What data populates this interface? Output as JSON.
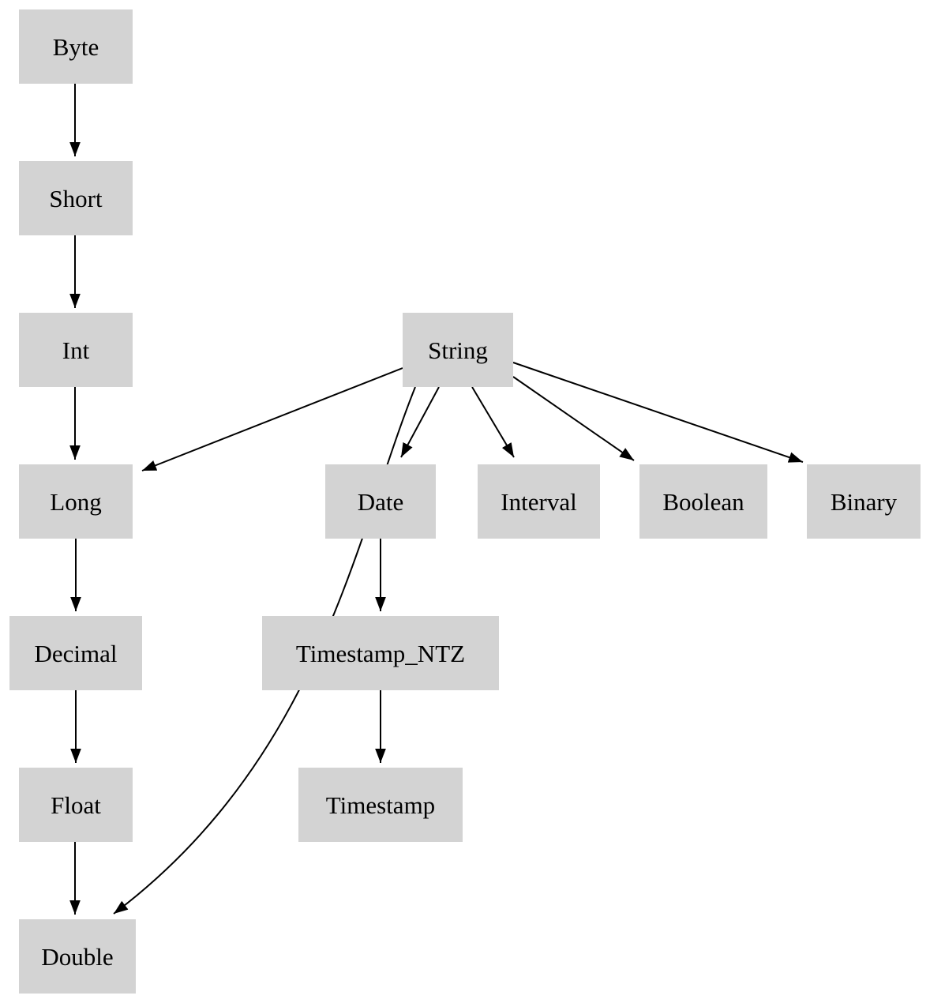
{
  "diagram": {
    "type": "directed-graph",
    "description": "Type coercion hierarchy diagram",
    "background_color": "#ffffff",
    "node_fill_color": "#d3d3d3",
    "node_text_color": "#000000",
    "edge_color": "#000000",
    "nodes": [
      {
        "id": "byte",
        "label": "Byte"
      },
      {
        "id": "short",
        "label": "Short"
      },
      {
        "id": "int",
        "label": "Int"
      },
      {
        "id": "string",
        "label": "String"
      },
      {
        "id": "long",
        "label": "Long"
      },
      {
        "id": "date",
        "label": "Date"
      },
      {
        "id": "interval",
        "label": "Interval"
      },
      {
        "id": "boolean",
        "label": "Boolean"
      },
      {
        "id": "binary",
        "label": "Binary"
      },
      {
        "id": "decimal",
        "label": "Decimal"
      },
      {
        "id": "timestamp_ntz",
        "label": "Timestamp_NTZ"
      },
      {
        "id": "float",
        "label": "Float"
      },
      {
        "id": "timestamp",
        "label": "Timestamp"
      },
      {
        "id": "double",
        "label": "Double"
      }
    ],
    "edges": [
      {
        "from": "Byte",
        "to": "Short"
      },
      {
        "from": "Short",
        "to": "Int"
      },
      {
        "from": "Int",
        "to": "Long"
      },
      {
        "from": "Long",
        "to": "Decimal"
      },
      {
        "from": "Decimal",
        "to": "Float"
      },
      {
        "from": "Float",
        "to": "Double"
      },
      {
        "from": "String",
        "to": "Long"
      },
      {
        "from": "String",
        "to": "Date"
      },
      {
        "from": "String",
        "to": "Interval"
      },
      {
        "from": "String",
        "to": "Boolean"
      },
      {
        "from": "String",
        "to": "Binary"
      },
      {
        "from": "String",
        "to": "Double"
      },
      {
        "from": "Date",
        "to": "Timestamp_NTZ"
      },
      {
        "from": "Timestamp_NTZ",
        "to": "Timestamp"
      }
    ]
  }
}
